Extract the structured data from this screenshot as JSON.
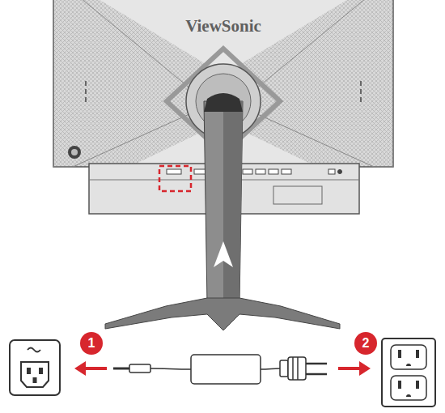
{
  "diagram": {
    "nodes": [
      {
        "text": [
          "1"
        ]
      },
      {
        "text": [
          "2"
        ]
      }
    ],
    "labels": [
      "ViewSonic"
    ]
  }
}
